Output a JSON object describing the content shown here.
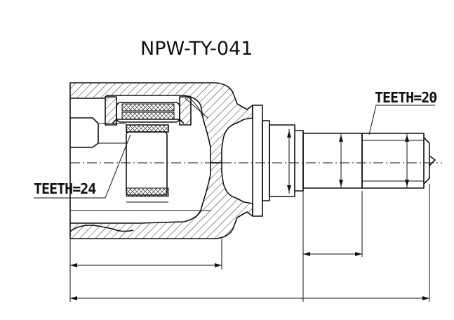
{
  "drawing": {
    "part_number": "NPW-TY-041",
    "outer_teeth_label": "TEETH=20",
    "inner_teeth_label": "TEETH=24"
  }
}
